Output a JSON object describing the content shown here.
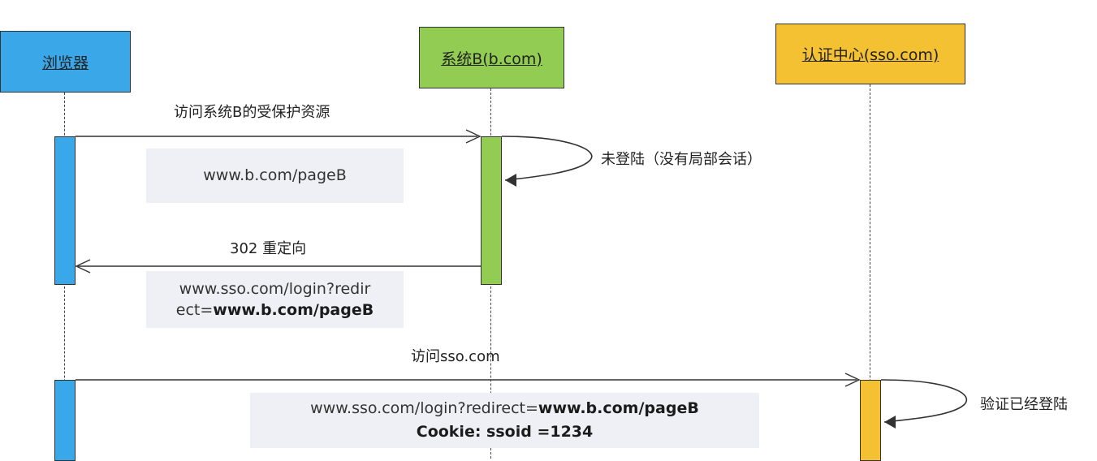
{
  "colors": {
    "browser": "#3aa8e8",
    "systemB": "#92cc52",
    "sso": "#f4c133",
    "note_bg": "#eef0f5",
    "line": "#333333"
  },
  "actors": {
    "browser": "浏览器",
    "system_b": "系统B(b.com)",
    "sso": "认证中心(sso.com)"
  },
  "messages": {
    "m1_label": "访问系统B的受保护资源",
    "m1_note": "www.b.com/pageB",
    "self1_label": "未登陆（没有局部会话）",
    "m2_label": "302 重定向",
    "m2_note_line1": "www.sso.com/login?redir",
    "m2_note_line2_prefix": "ect=",
    "m2_note_line2_bold": "www.b.com/pageB",
    "m3_label": "访问sso.com",
    "m3_note_line1_prefix": "www.sso.com/login?redirect=",
    "m3_note_line1_bold": "www.b.com/pageB",
    "m3_note_line2": "Cookie: ssoid =1234",
    "self2_label": "验证已经登陆"
  }
}
